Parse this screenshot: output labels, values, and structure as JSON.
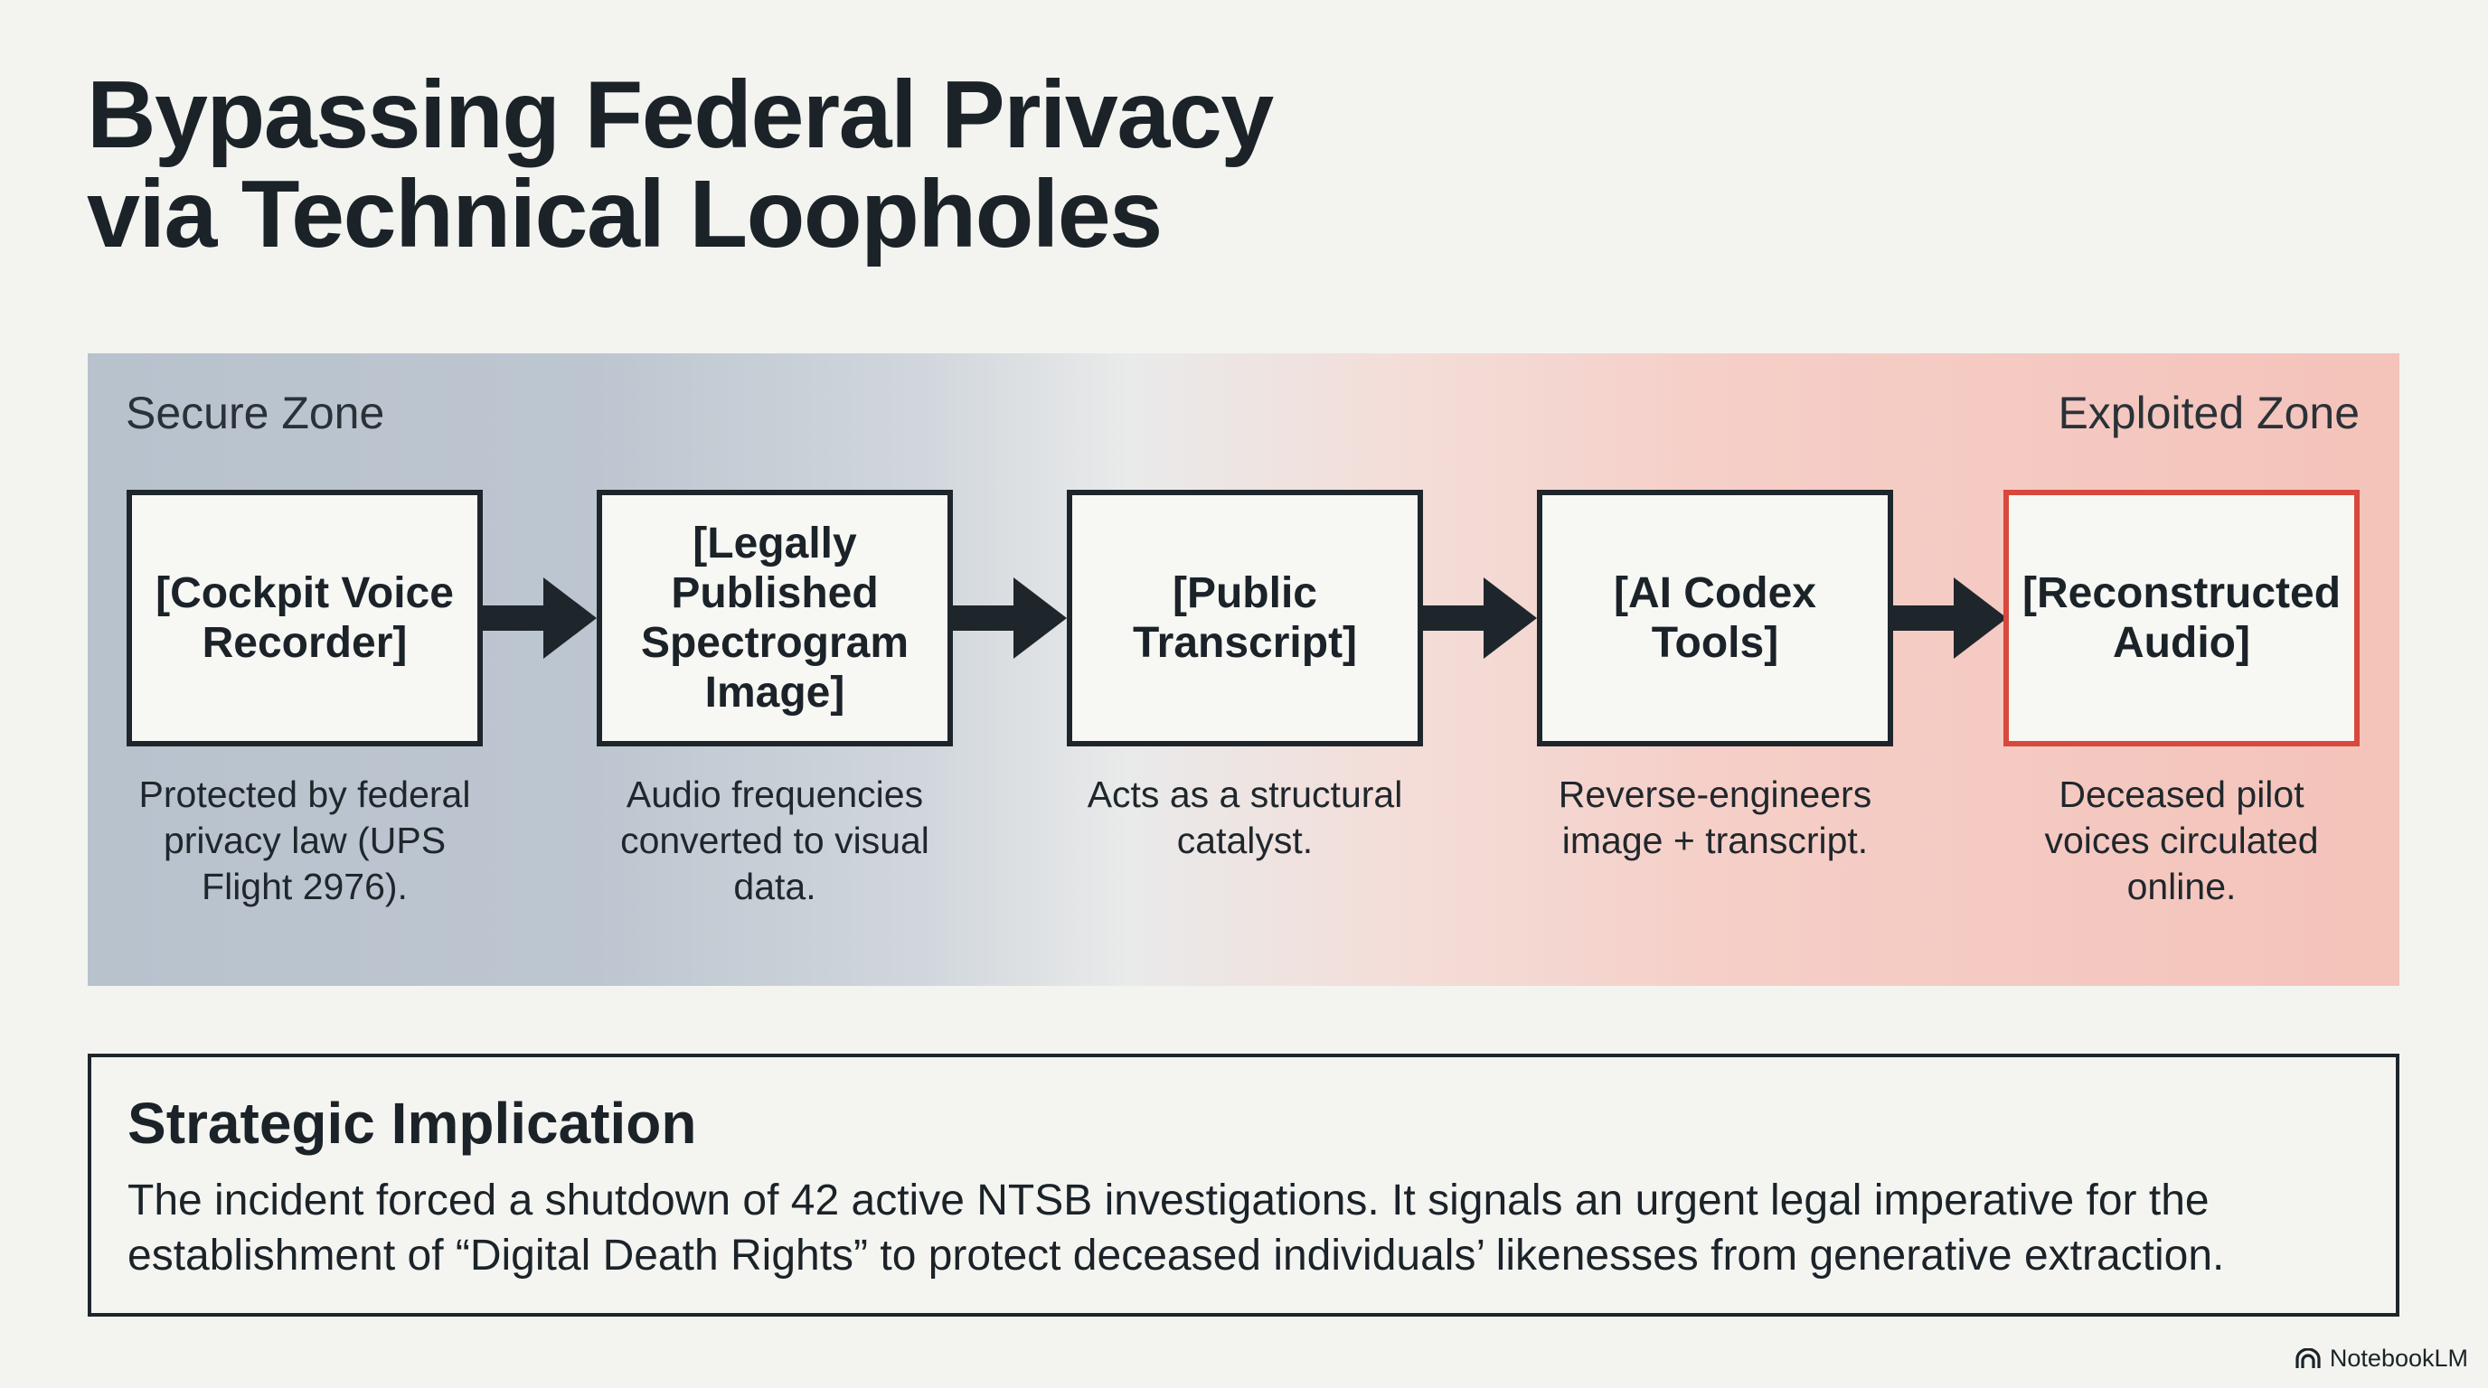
{
  "title": {
    "line1": "Bypassing Federal Privacy",
    "line2": "via Technical Loopholes"
  },
  "zones": {
    "left": "Secure Zone",
    "right": "Exploited Zone"
  },
  "steps": [
    {
      "label": "[Cockpit Voice Recorder]",
      "caption": "Protected by federal privacy law (UPS Flight 2976)."
    },
    {
      "label": "[Legally Published Spectrogram Image]",
      "caption": "Audio frequencies converted to visual data."
    },
    {
      "label": "[Public Transcript]",
      "caption": "Acts as a structural catalyst."
    },
    {
      "label": "[AI Codex Tools]",
      "caption": "Reverse-engineers image + transcript."
    },
    {
      "label": "[Reconstructed Audio]",
      "caption": "Deceased pilot voices circulated online."
    }
  ],
  "implication": {
    "title": "Strategic Implication",
    "body": "The incident forced a shutdown of 42 active NTSB investigations. It signals an urgent legal imperative for the establishment of “Digital Death Rights” to protect deceased individuals’ likenesses from generative extraction."
  },
  "brand": {
    "name": "NotebookLM",
    "icon": "notebooklm-logo-icon"
  },
  "colors": {
    "secure": "#b8c2cd",
    "exploited": "#f4c3ba",
    "highlight_border": "#d9483c",
    "ink": "#1e262b"
  }
}
